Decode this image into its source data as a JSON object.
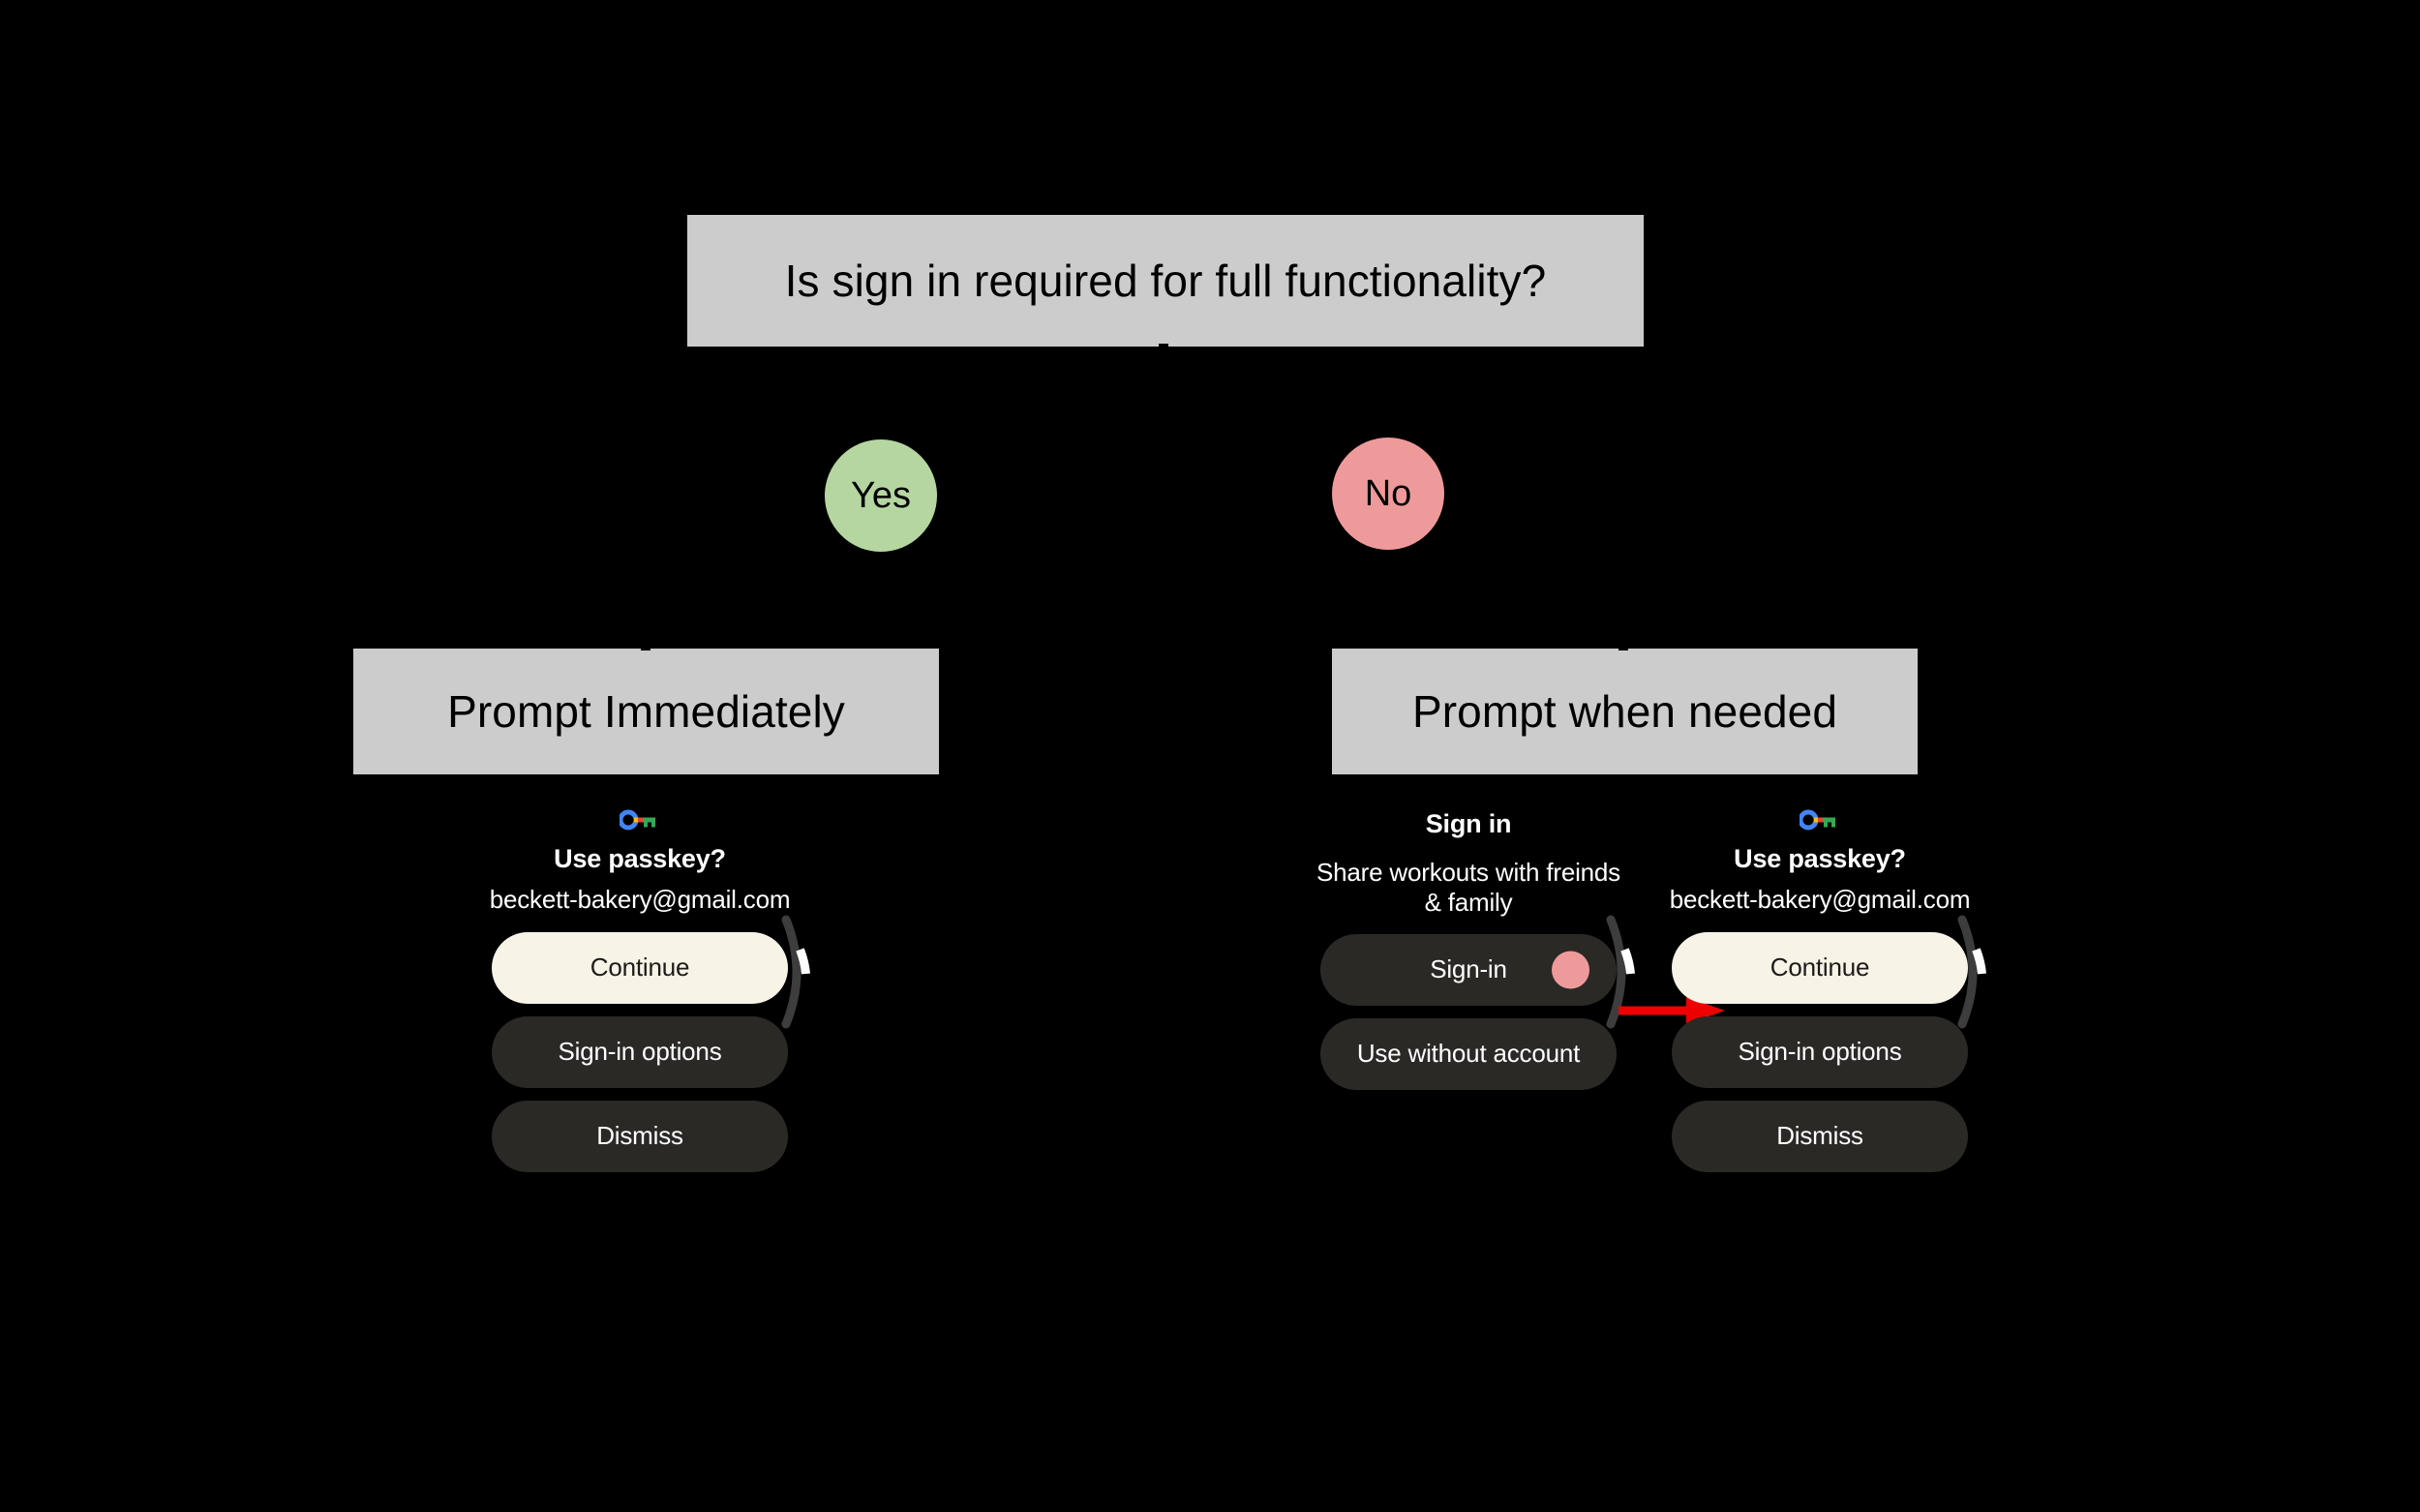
{
  "diagram": {
    "background_color": "#000000",
    "box_fill": "#cccccc",
    "question": "Is sign in required for full functionality?",
    "branches": {
      "yes": {
        "label": "Yes",
        "color": "#b5d6a0",
        "outcome": "Prompt Immediately"
      },
      "no": {
        "label": "No",
        "color": "#ef9a9a",
        "outcome": "Prompt when needed"
      }
    },
    "outcomes": {
      "immediately": "Prompt Immediately",
      "when_needed": "Prompt when needed"
    }
  },
  "mockups": {
    "left_passkey": {
      "icon": "google-passkey-icon",
      "title": "Use passkey?",
      "subtitle": "beckett-bakery@gmail.com",
      "buttons": [
        {
          "label": "Continue",
          "style": "primary"
        },
        {
          "label": "Sign-in options",
          "style": "secondary"
        },
        {
          "label": "Dismiss",
          "style": "secondary"
        }
      ]
    },
    "mid_signin": {
      "title": "Sign in",
      "subtitle": "Share workouts with freinds & family",
      "buttons": [
        {
          "label": "Sign-in",
          "style": "secondary",
          "dot_color": "#ef9a9a"
        },
        {
          "label": "Use without account",
          "style": "secondary"
        }
      ]
    },
    "right_passkey": {
      "icon": "google-passkey-icon",
      "title": "Use passkey?",
      "subtitle": "beckett-bakery@gmail.com",
      "buttons": [
        {
          "label": "Continue",
          "style": "primary"
        },
        {
          "label": "Sign-in options",
          "style": "secondary"
        },
        {
          "label": "Dismiss",
          "style": "secondary"
        }
      ]
    }
  },
  "annotations": {
    "arrow_color": "#ee0000"
  },
  "colors": {
    "pill_dark": "#2a2926",
    "pill_cream": "#f8f3e7",
    "scroll_track": "#3d3d3d",
    "scroll_thumb": "#ffffff"
  }
}
